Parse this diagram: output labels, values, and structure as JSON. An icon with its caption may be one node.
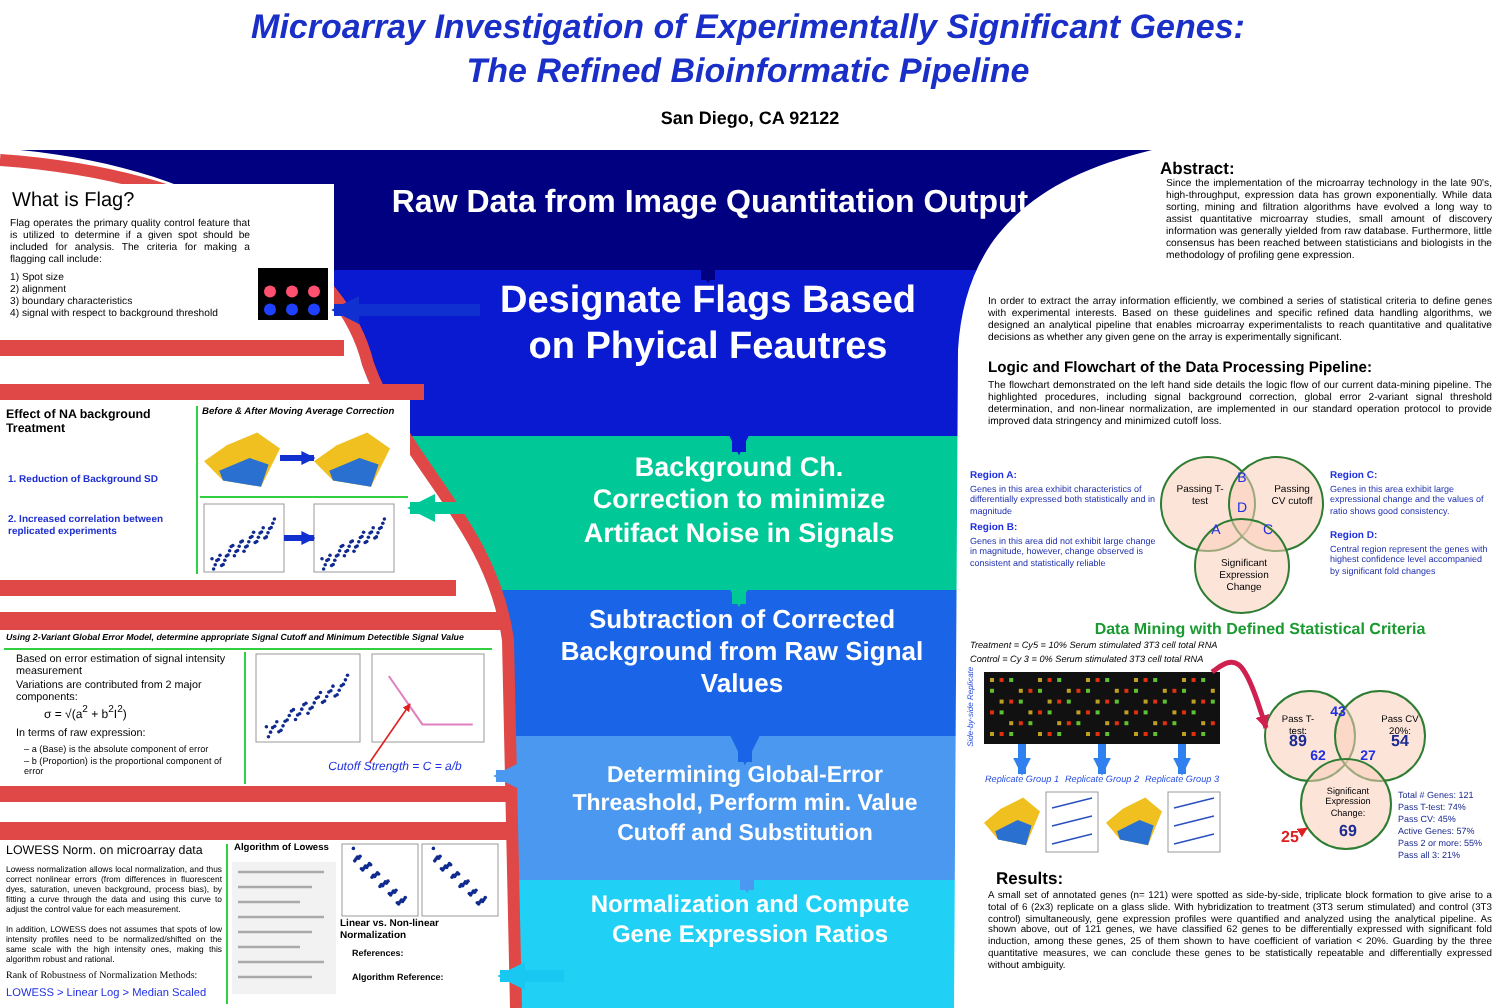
{
  "diagram": {
    "title": "Microarray Investigation of Experimentally Significant Genes: The Refined Bioinformatic Pipeline",
    "nodes": [
      {
        "text": [
          "Raw Data from Image Quantitation Output"
        ]
      },
      {
        "text": [
          "Designate Flags Based on Phyical Feautres"
        ]
      },
      {
        "text": [
          "Background Ch. Correction to minimize Artifact Noise in Signals"
        ]
      },
      {
        "text": [
          "Subtraction of Corrected Background from Raw Signal Values"
        ]
      },
      {
        "text": [
          "Determining Global-Error Threashold, Perform min. Value Cutoff and Substitution"
        ]
      },
      {
        "text": [
          "Normalization and Compute Gene Expression Ratios"
        ]
      },
      {
        "text": [
          "What is Flag?",
          "Flag operates the primary quality control feature that is utilized to determine if a given spot should be included for analysis. The criteria for making a flagging call include:",
          "1) Spot size",
          "2) alignment",
          "3) boundary characteristics",
          "4) signal with respect to background threshold"
        ]
      },
      {
        "text": [
          "Effect of NA background Treatment",
          "Before & After Moving Average Correction",
          "1. Reduction of Background SD",
          "2. Increased correlation between replicated experiments"
        ]
      },
      {
        "text": [],
        "shape": "picture",
        "in": 7
      },
      {
        "text": [],
        "shape": "picture",
        "in": 7
      },
      {
        "text": [],
        "shape": "picture",
        "in": 7
      },
      {
        "text": [],
        "shape": "picture",
        "in": 7
      },
      {
        "text": [
          "Using 2-Variant Global Error Model, determine appropriate Signal Cutoff and Minimum Detectible Signal Value",
          "Based on error estimation of signal intensity measurement",
          "Variations are contributed from 2 major components:",
          "σ = √(a$^{2}$ + b$^{2}$I$^{2}$)",
          "In terms of raw expression:",
          "– a (Base) is the absolute component of error",
          "– b (Proportion) is the proportional component of error"
        ]
      },
      {
        "text": [
          "Cutoff Strength = C = a/b"
        ],
        "in": 12
      },
      {
        "text": [
          "LOWESS Norm. on microarray data",
          "Lowess normalization allows local normalization, and thus correct nonlinear errors (from differences in fluorescent dyes, saturation, uneven background, process bias), by fitting a curve through the data and using this curve to adjust the control value for each measurement.",
          "In addition, LOWESS does not assumes that spots of low intensity profiles need to be normalized/shifted on the same scale with the high intensity ones, making this algorithm robust and rational.",
          "Algorithm of Lowess",
          "Linear vs. Non-linear Normalization",
          "References:",
          "Algorithm Reference:",
          "Rank of Robustness of Normalization Methods:",
          "LOWESS > Linear Log > Median Scaled"
        ]
      },
      {
        "text": [
          "Passing T-test"
        ]
      },
      {
        "text": [
          "Passing CV cutoff"
        ]
      },
      {
        "text": [
          "Significant Expression Change"
        ]
      },
      {
        "text": [],
        "shape": "picture"
      },
      {
        "text": [
          "Replicate Group 1"
        ]
      },
      {
        "text": [
          "Replicate Group 2"
        ]
      },
      {
        "text": [
          "Replicate Group 3"
        ]
      },
      {
        "text": [
          "Pass T-test:",
          "89"
        ]
      },
      {
        "text": [
          "Pass CV 20%:",
          "54"
        ]
      },
      {
        "text": [
          "Significant Expression Change:",
          "69"
        ]
      },
      {
        "text": [
          "25"
        ]
      }
    ],
    "edges": [
      {
        "from": 0,
        "to": 1,
        "arrow": "to",
        "color": "#000080"
      },
      {
        "from": 1,
        "to": 2,
        "arrow": "to",
        "color": "#0a1ad0"
      },
      {
        "from": 2,
        "to": 3,
        "arrow": "to",
        "color": "#00c896"
      },
      {
        "from": 3,
        "to": 4,
        "arrow": "to",
        "color": "#1a64e8"
      },
      {
        "from": 4,
        "to": 5,
        "arrow": "to",
        "color": "#4a98f0"
      },
      {
        "from": 1,
        "to": 6,
        "arrow": "to",
        "color": "#1030d0"
      },
      {
        "from": 2,
        "to": 7,
        "arrow": "to",
        "color": "#00c896"
      },
      {
        "from": 4,
        "to": 12,
        "arrow": "to",
        "color": "#4a98f0"
      },
      {
        "from": 5,
        "to": 14,
        "arrow": "to",
        "color": "#18c8f0"
      },
      {
        "from": 8,
        "to": 9,
        "arrow": "to",
        "color": "#1030d0"
      },
      {
        "from": 10,
        "to": 11,
        "arrow": "to",
        "color": "#1030d0"
      },
      {
        "from": 13,
        "to": null,
        "arrow": "to",
        "color": "#e02020"
      },
      {
        "from": 18,
        "to": 19,
        "arrow": "to",
        "color": "#3080f0"
      },
      {
        "from": 18,
        "to": 20,
        "arrow": "to",
        "color": "#3080f0"
      },
      {
        "from": 18,
        "to": 21,
        "arrow": "to",
        "color": "#3080f0"
      },
      {
        "from": 18,
        "to": 22,
        "arrow": "to",
        "color": "#d02050"
      },
      {
        "from": 25,
        "to": 24,
        "arrow": "to",
        "color": "#e02020"
      }
    ],
    "labels": [
      "San Diego, CA 92122",
      "Abstract:",
      "Since the implementation of the microarray technology in the late 90's, high-throughput, expression data has grown exponentially. While data sorting, mining and filtration algorithms have evolved a long way to assist quantitative microarray studies, small amount of discovery information was generally yielded from raw database. Furthermore, little consensus has been reached between statisticians and biologists in the methodology of profiling gene expression.",
      "In order to extract the array information efficiently, we combined a series of statistical criteria to define genes with experimental interests. Based on these guidelines and specific refined data handling algorithms, we designed an analytical pipeline that enables microarray experimentalists to reach quantitative and qualitative decisions as whether any given gene on the array is experimentally significant.",
      "Logic and Flowchart of the Data Processing Pipeline:",
      "The flowchart demonstrated on the left hand side details the logic flow of our current data-mining pipeline. The highlighted procedures, including signal background correction, global error 2-variant signal threshold determination, and non-linear normalization, are implemented in our standard operation protocol to provide improved data stringency and minimized cutoff loss.",
      "Region A:",
      "Genes in this area exhibit characteristics of differentially expressed both statistically and in magnitude",
      "Region B:",
      "Genes in this area did not exhibit large change in magnitude, however, change observed is consistent and statistically reliable",
      "Region C:",
      "Genes in this area exhibit large expressional change and the values of ratio shows good consistency.",
      "Region D:",
      "Central region represent the genes with highest confidence level accompanied by significant fold changes",
      "B",
      "D",
      "A",
      "C",
      "Data Mining with Defined Statistical Criteria",
      "Treatment = Cy5 = 10% Serum stimulated 3T3 cell total RNA",
      "Control = Cy 3 = 0% Serum stimulated 3T3 cell total RNA",
      "Side-by-side Replicate",
      "43",
      "62",
      "27",
      "Total # Genes: 121",
      "Pass T-test: 74%",
      "Pass CV: 45%",
      "Active Genes: 57%",
      "Pass 2 or more: 55%",
      "Pass all 3: 21%",
      "Results:",
      "A small set of annotated genes (n= 121) were spotted as side-by-side, triplicate block formation to give arise to a total of 6 (2x3) replicate on a glass slide. With hybridization to treatment (3T3 serum stimulated) and control (3T3 control) simultaneously, gene expression profiles were quantified and analyzed using the analytical pipeline. As shown above, out of 121 genes, we have classified 62 genes to be differentially expressed with significant fold induction, among these genes, 25 of them shown to have coefficient of variation < 20%. Guarding by the three quantitative measures, we can conclude these genes to be statistically repeatable and differentially expressed without ambiguity."
    ]
  }
}
